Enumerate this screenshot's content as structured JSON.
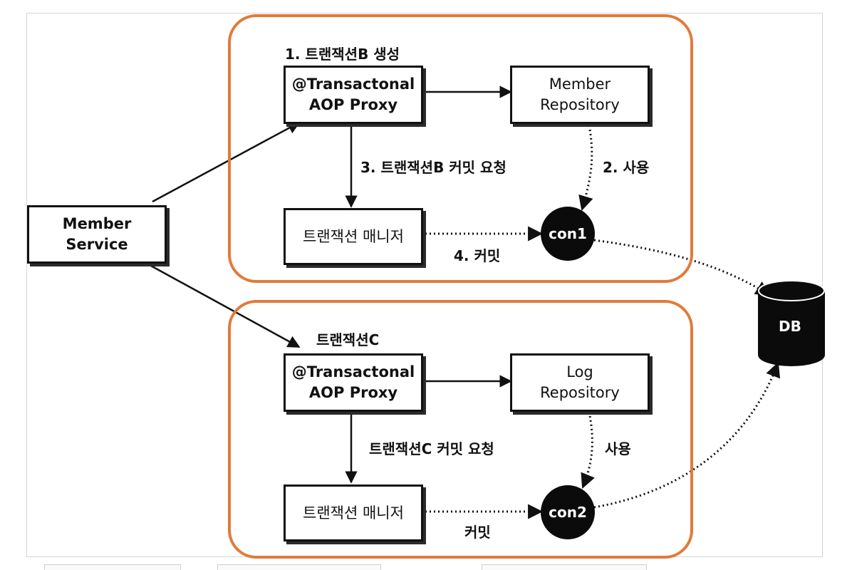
{
  "member_service": {
    "line1": "Member",
    "line2": "Service"
  },
  "group_b": {
    "step_create": "1. 트랜잭션B 생성",
    "proxy": {
      "line1": "@Transactonal",
      "line2": "AOP Proxy"
    },
    "repository": {
      "line1": "Member",
      "line2": "Repository"
    },
    "step_commit_request": "3. 트랜잭션B 커밋 요청",
    "step_use": "2. 사용",
    "tx_manager": "트랜잭션 매니저",
    "connection": "con1",
    "step_commit": "4. 커밋"
  },
  "group_c": {
    "title": "트랜잭션C",
    "proxy": {
      "line1": "@Transactonal",
      "line2": "AOP Proxy"
    },
    "repository": {
      "line1": "Log",
      "line2": "Repository"
    },
    "commit_request": "트랜잭션C 커밋 요청",
    "use": "사용",
    "tx_manager": "트랜잭션 매니저",
    "connection": "con2",
    "commit": "커밋"
  },
  "database": {
    "label": "DB"
  },
  "colors": {
    "group_border": "#e07b39",
    "ink": "#111111",
    "circle_fill": "#0b0b0b"
  }
}
